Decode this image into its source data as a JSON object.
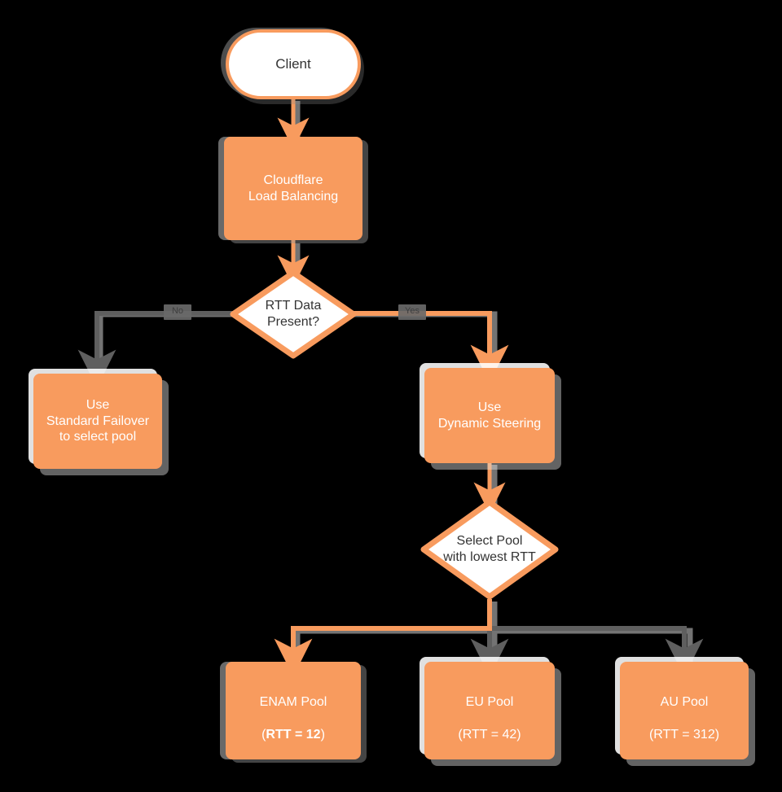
{
  "diagram": {
    "title": "Cloudflare Load Balancing RTT Dynamic Steering Flowchart",
    "type": "flowchart",
    "background": "#000000",
    "colors": {
      "accent_orange": "#f89b5e",
      "edge_orange": "#f89b5e",
      "edge_gray": "#5f5f5f",
      "node_fill_white": "#ffffff",
      "text_dark": "#333333",
      "text_light": "#ffffff",
      "shadow_gray": "#969696"
    },
    "nodes": {
      "client": {
        "label": "Client",
        "shape": "terminator",
        "fill": "white"
      },
      "load_balancing": {
        "label": "Cloudflare\nLoad Balancing",
        "shape": "process",
        "fill": "orange"
      },
      "rtt_present": {
        "label": "RTT Data\nPresent?",
        "shape": "decision",
        "fill": "white"
      },
      "standard_failover": {
        "label": "Use\nStandard Failover\nto select pool",
        "shape": "process",
        "fill": "orange"
      },
      "dynamic_steering": {
        "label": "Use\nDynamic Steering",
        "shape": "process",
        "fill": "orange"
      },
      "select_pool": {
        "label": "Select Pool\nwith lowest RTT",
        "shape": "decision",
        "fill": "white"
      },
      "enam_pool": {
        "label_line1": "ENAM Pool",
        "label_line2": "(",
        "label_bold": "RTT = 12",
        "label_line3": ")",
        "shape": "process",
        "fill": "orange",
        "rtt": 12,
        "selected": true
      },
      "eu_pool": {
        "label_line1": "EU Pool",
        "label_line2": "(RTT = 42)",
        "shape": "process",
        "fill": "orange",
        "rtt": 42,
        "selected": false
      },
      "au_pool": {
        "label_line1": "AU Pool",
        "label_line2": "(RTT = 312)",
        "shape": "process",
        "fill": "orange",
        "rtt": 312,
        "selected": false
      }
    },
    "edge_labels": {
      "no_branch": "No",
      "yes_branch": "Yes"
    },
    "edges": [
      {
        "from": "client",
        "to": "load_balancing",
        "color": "orange"
      },
      {
        "from": "load_balancing",
        "to": "rtt_present",
        "color": "orange"
      },
      {
        "from": "rtt_present",
        "to": "standard_failover",
        "color": "gray",
        "label": "No"
      },
      {
        "from": "rtt_present",
        "to": "dynamic_steering",
        "color": "orange",
        "label": "Yes"
      },
      {
        "from": "dynamic_steering",
        "to": "select_pool",
        "color": "orange"
      },
      {
        "from": "select_pool",
        "to": "enam_pool",
        "color": "orange"
      },
      {
        "from": "select_pool",
        "to": "eu_pool",
        "color": "gray"
      },
      {
        "from": "select_pool",
        "to": "au_pool",
        "color": "gray"
      }
    ]
  }
}
